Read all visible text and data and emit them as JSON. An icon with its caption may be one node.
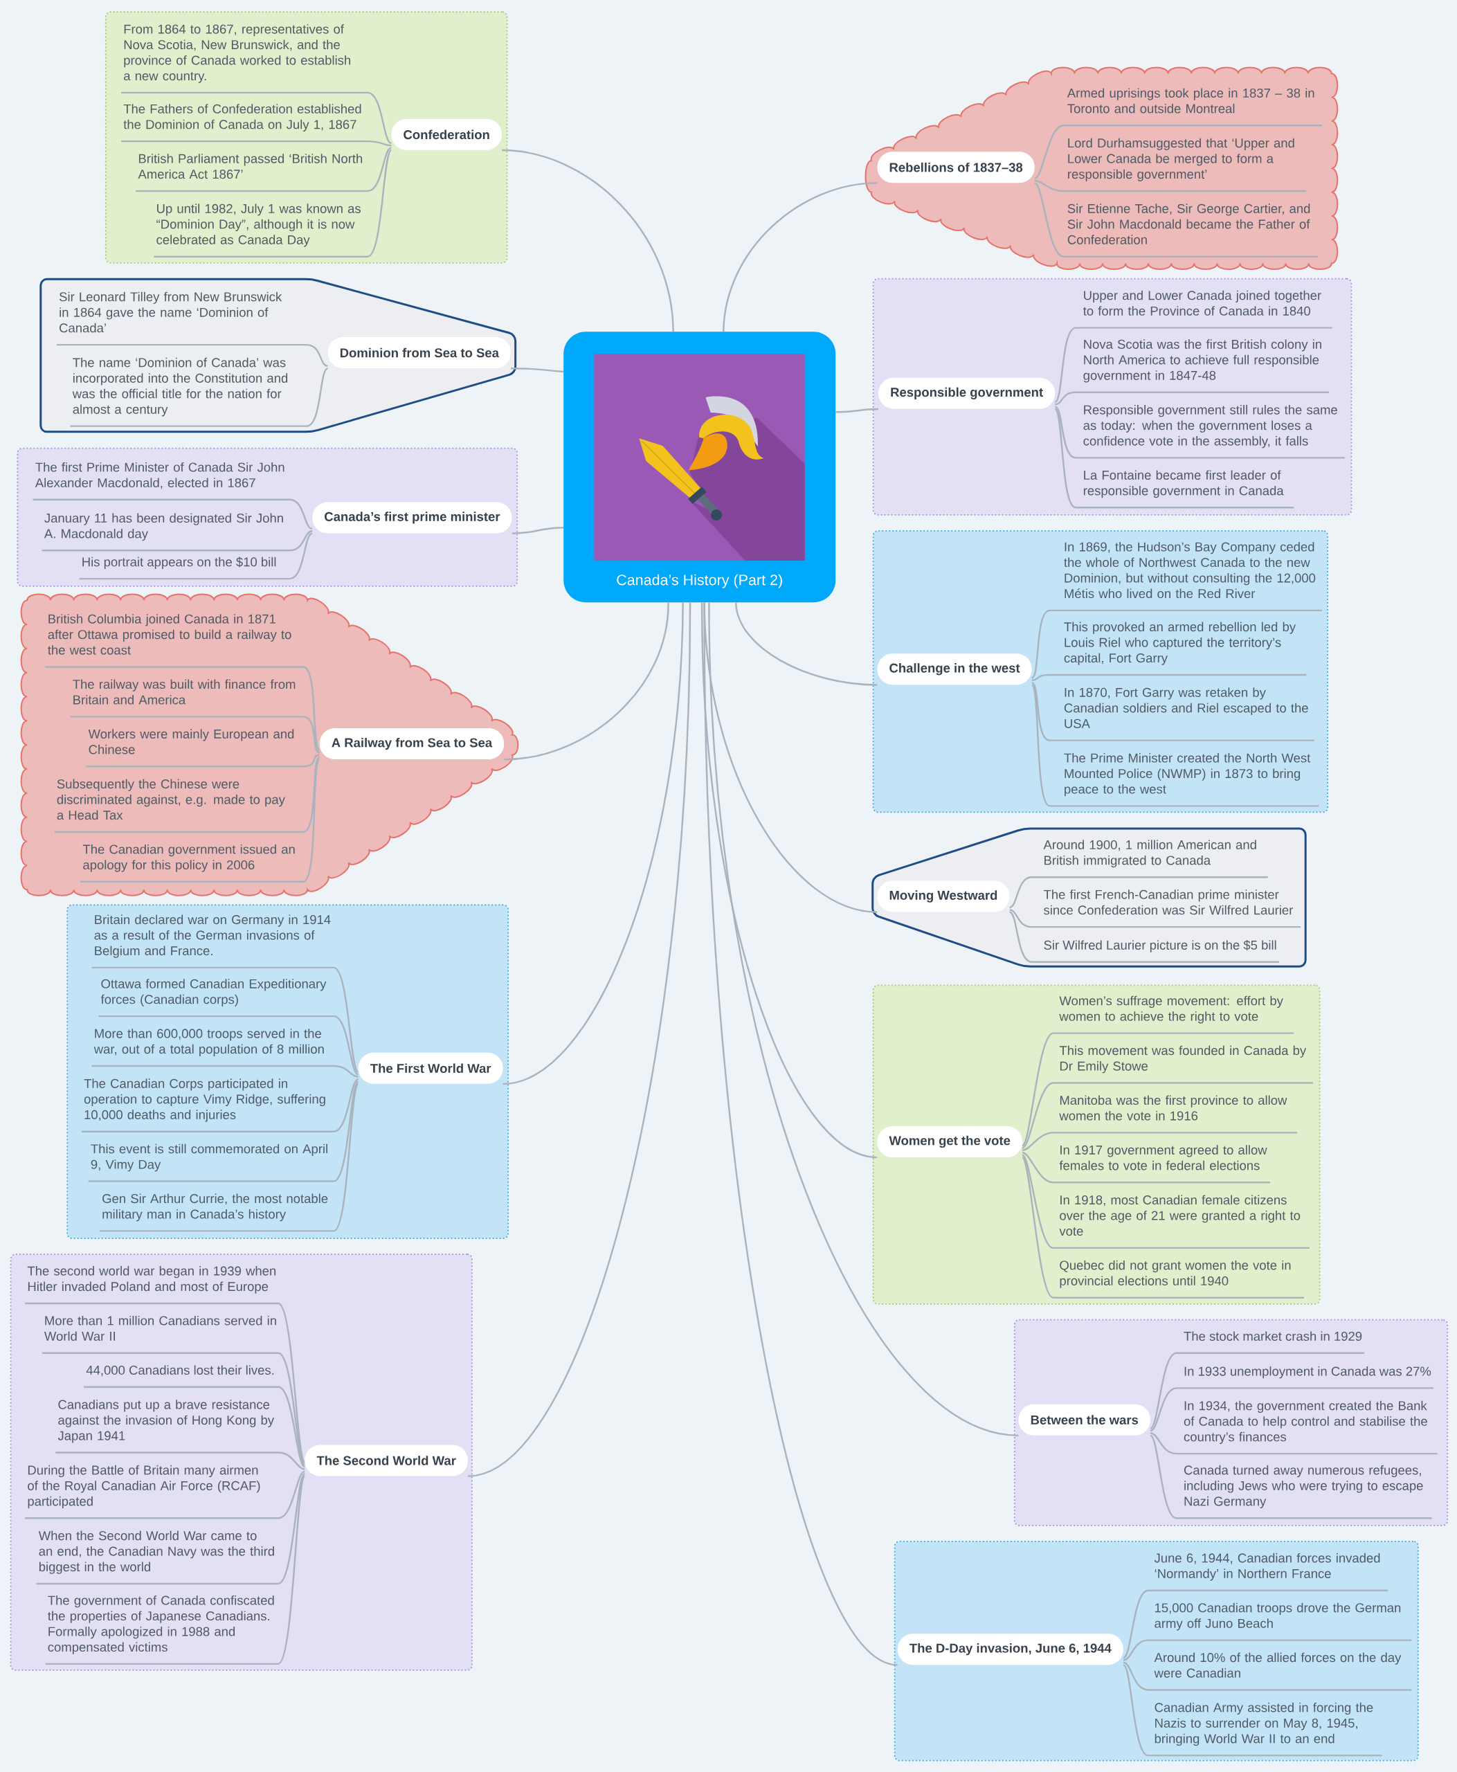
{
  "diagram": {
    "nodes": [
      {
        "text": [
          "Canada’s History (Part 2)"
        ]
      },
      {
        "text": [],
        "shape": "box"
      },
      {
        "text": [
          "Confederation"
        ],
        "in": 1
      },
      {
        "text": [
          "From 1864 to 1867, representatives of Nova Scotia, New Brunswick, and the province of Canada worked to establish a new country."
        ],
        "in": 1
      },
      {
        "text": [
          "The Fathers of Confederation established the Dominion of Canada on July 1, 1867"
        ],
        "in": 1
      },
      {
        "text": [
          "British Parliament passed ‘British North America Act 1867’"
        ],
        "in": 1
      },
      {
        "text": [
          "Up until 1982, July 1 was known as “Dominion Day”, although it is now celebrated as Canada Day"
        ],
        "in": 1
      },
      {
        "text": [],
        "shape": "pentagon"
      },
      {
        "text": [
          "Dominion from Sea to Sea"
        ],
        "in": 7
      },
      {
        "text": [
          "Sir Leonard Tilley from New Brunswick in 1864 gave the name ‘Dominion of Canada’"
        ],
        "in": 7
      },
      {
        "text": [
          "The name ‘Dominion of Canada’ was incorporated into the Constitution and was the official title for the nation for almost a century"
        ],
        "in": 7
      },
      {
        "text": [],
        "shape": "box"
      },
      {
        "text": [
          "Canada’s first prime minister"
        ],
        "in": 11
      },
      {
        "text": [
          "The first Prime Minister of Canada Sir John Alexander Macdonald, elected in 1867"
        ],
        "in": 11
      },
      {
        "text": [
          "January 11 has been designated Sir John A. Macdonald day"
        ],
        "in": 11
      },
      {
        "text": [
          "His portrait appears on the $10 bill"
        ],
        "in": 11
      },
      {
        "text": [],
        "shape": "cloud"
      },
      {
        "text": [
          "A Railway from Sea to Sea"
        ],
        "in": 16
      },
      {
        "text": [
          "British Columbia joined Canada in 1871 after Ottawa promised to build a railway to the west coast"
        ],
        "in": 16
      },
      {
        "text": [
          "The railway was built with finance from Britain and America"
        ],
        "in": 16
      },
      {
        "text": [
          "Workers were mainly European and Chinese"
        ],
        "in": 16
      },
      {
        "text": [
          "Subsequently the Chinese were discriminated against, e.g. made to pay a Head Tax"
        ],
        "in": 16
      },
      {
        "text": [
          "The Canadian government issued an apology for this policy in 2006"
        ],
        "in": 16
      },
      {
        "text": [],
        "shape": "box"
      },
      {
        "text": [
          "The First World War"
        ],
        "in": 23
      },
      {
        "text": [
          "Britain declared war on Germany in 1914 as a result of the German invasions of Belgium and France."
        ],
        "in": 23
      },
      {
        "text": [
          "Ottawa formed Canadian Expeditionary forces (Canadian corps)"
        ],
        "in": 23
      },
      {
        "text": [
          "More than 600,000 troops served in the war, out of a total population of 8 million"
        ],
        "in": 23
      },
      {
        "text": [
          "The Canadian Corps participated in operation to capture Vimy Ridge, suffering 10,000 deaths and injuries"
        ],
        "in": 23
      },
      {
        "text": [
          "This event is still commemorated on April 9, Vimy Day"
        ],
        "in": 23
      },
      {
        "text": [
          "Gen Sir Arthur Currie, the most notable military man in Canada’s history"
        ],
        "in": 23
      },
      {
        "text": [],
        "shape": "box"
      },
      {
        "text": [
          "The Second World War"
        ],
        "in": 31
      },
      {
        "text": [
          "The second world war began in 1939 when Hitler invaded Poland and most of Europe"
        ],
        "in": 31
      },
      {
        "text": [
          "More than 1 million Canadians served in World War II"
        ],
        "in": 31
      },
      {
        "text": [
          "44,000 Canadians lost their lives."
        ],
        "in": 31
      },
      {
        "text": [
          "Canadians put up a brave resistance against the invasion of Hong Kong by Japan 1941"
        ],
        "in": 31
      },
      {
        "text": [
          "During the Battle of Britain many airmen of the Royal Canadian Air Force (RCAF) participated"
        ],
        "in": 31
      },
      {
        "text": [
          "When the Second World War came to an end, the Canadian Navy was the third biggest in the world"
        ],
        "in": 31
      },
      {
        "text": [
          "The government of Canada confiscated the properties of Japanese Canadians. Formally apologized in 1988 and compensated victims"
        ],
        "in": 31
      },
      {
        "text": [],
        "shape": "cloud"
      },
      {
        "text": [
          "Rebellions of 1837–38"
        ],
        "in": 40
      },
      {
        "text": [
          "Armed uprisings took place in 1837 – 38 in Toronto and outside Montreal"
        ],
        "in": 40
      },
      {
        "text": [
          "Lord Durhamsuggested that ‘Upper and Lower Canada be merged to form a responsible government’"
        ],
        "in": 40
      },
      {
        "text": [
          "Sir Etienne Tache, Sir George Cartier, and Sir John Macdonald became the Father of Confederation"
        ],
        "in": 40
      },
      {
        "text": [],
        "shape": "box"
      },
      {
        "text": [
          "Responsible government"
        ],
        "in": 45
      },
      {
        "text": [
          "Upper and Lower Canada joined together to form the Province of Canada in 1840"
        ],
        "in": 45
      },
      {
        "text": [
          "Nova Scotia was the first British colony in North America to achieve full responsible government in 1847-48"
        ],
        "in": 45
      },
      {
        "text": [
          "Responsible government still rules the same as today: when the government loses a confidence vote in the assembly, it falls"
        ],
        "in": 45
      },
      {
        "text": [
          "La Fontaine became first leader of responsible government in Canada"
        ],
        "in": 45
      },
      {
        "text": [],
        "shape": "box"
      },
      {
        "text": [
          "Challenge in the west"
        ],
        "in": 51
      },
      {
        "text": [
          "In 1869, the Hudson’s Bay Company ceded the whole of Northwest Canada to the new Dominion, but without consulting the 12,000 Métis who lived on the Red River"
        ],
        "in": 51
      },
      {
        "text": [
          "This provoked an armed rebellion led by Louis Riel who captured the territory’s capital, Fort Garry"
        ],
        "in": 51
      },
      {
        "text": [
          "In 1870, Fort Garry was retaken by Canadian soldiers and Riel escaped to the USA"
        ],
        "in": 51
      },
      {
        "text": [
          "The Prime Minister created the North West Mounted Police (NWMP) in 1873 to bring peace to the west"
        ],
        "in": 51
      },
      {
        "text": [],
        "shape": "pentagon"
      },
      {
        "text": [
          "Moving Westward"
        ],
        "in": 57
      },
      {
        "text": [
          "Around 1900, 1 million American and British immigrated to Canada"
        ],
        "in": 57
      },
      {
        "text": [
          "The first French-Canadian prime minister since Confederation was Sir Wilfred Laurier"
        ],
        "in": 57
      },
      {
        "text": [
          "Sir Wilfred Laurier picture is on the $5 bill"
        ],
        "in": 57
      },
      {
        "text": [],
        "shape": "box"
      },
      {
        "text": [
          "Women get the vote"
        ],
        "in": 62
      },
      {
        "text": [
          "Women’s suffrage movement: effort by women to achieve the right to vote"
        ],
        "in": 62
      },
      {
        "text": [
          "This movement was founded in Canada by Dr Emily Stowe"
        ],
        "in": 62
      },
      {
        "text": [
          "Manitoba was the first province to allow women the vote in 1916"
        ],
        "in": 62
      },
      {
        "text": [
          "In 1917 government agreed to allow females to vote in federal elections"
        ],
        "in": 62
      },
      {
        "text": [
          "In 1918, most Canadian female citizens over the age of 21 were granted a right to vote"
        ],
        "in": 62
      },
      {
        "text": [
          "Quebec did not grant women the vote in provincial elections until 1940"
        ],
        "in": 62
      },
      {
        "text": [],
        "shape": "box"
      },
      {
        "text": [
          "Between the wars"
        ],
        "in": 70
      },
      {
        "text": [
          "The stock market crash in 1929"
        ],
        "in": 70
      },
      {
        "text": [
          "In 1933 unemployment in Canada was 27%"
        ],
        "in": 70
      },
      {
        "text": [
          "In 1934, the government created the Bank of Canada to help control and stabilise the country’s finances"
        ],
        "in": 70
      },
      {
        "text": [
          "Canada turned away numerous refugees, including Jews who were trying to escape Nazi Germany"
        ],
        "in": 70
      },
      {
        "text": [],
        "shape": "box"
      },
      {
        "text": [
          "The D-Day invasion, June 6, 1944"
        ],
        "in": 76
      },
      {
        "text": [
          "June 6, 1944, Canadian forces invaded ‘Normandy’ in Northern France"
        ],
        "in": 76
      },
      {
        "text": [
          "15,000 Canadian troops drove the German army off Juno Beach"
        ],
        "in": 76
      },
      {
        "text": [
          "Around 10% of the allied forces on the day were Canadian"
        ],
        "in": 76
      },
      {
        "text": [
          "Canadian Army assisted in forcing the Nazis to surrender on May 8, 1945, bringing World War II to an end"
        ],
        "in": 76
      }
    ],
    "edges": [
      {
        "from": 0,
        "to": 2,
        "arrow": "none"
      },
      {
        "from": 2,
        "to": 3,
        "arrow": "none"
      },
      {
        "from": 2,
        "to": 4,
        "arrow": "none"
      },
      {
        "from": 2,
        "to": 5,
        "arrow": "none"
      },
      {
        "from": 2,
        "to": 6,
        "arrow": "none"
      },
      {
        "from": 0,
        "to": 8,
        "arrow": "none"
      },
      {
        "from": 8,
        "to": 9,
        "arrow": "none"
      },
      {
        "from": 8,
        "to": 10,
        "arrow": "none"
      },
      {
        "from": 0,
        "to": 12,
        "arrow": "none"
      },
      {
        "from": 12,
        "to": 13,
        "arrow": "none"
      },
      {
        "from": 12,
        "to": 14,
        "arrow": "none"
      },
      {
        "from": 12,
        "to": 15,
        "arrow": "none"
      },
      {
        "from": 0,
        "to": 17,
        "arrow": "none"
      },
      {
        "from": 17,
        "to": 18,
        "arrow": "none"
      },
      {
        "from": 17,
        "to": 19,
        "arrow": "none"
      },
      {
        "from": 17,
        "to": 20,
        "arrow": "none"
      },
      {
        "from": 17,
        "to": 21,
        "arrow": "none"
      },
      {
        "from": 17,
        "to": 22,
        "arrow": "none"
      },
      {
        "from": 0,
        "to": 24,
        "arrow": "none"
      },
      {
        "from": 24,
        "to": 25,
        "arrow": "none"
      },
      {
        "from": 24,
        "to": 26,
        "arrow": "none"
      },
      {
        "from": 24,
        "to": 27,
        "arrow": "none"
      },
      {
        "from": 24,
        "to": 28,
        "arrow": "none"
      },
      {
        "from": 24,
        "to": 29,
        "arrow": "none"
      },
      {
        "from": 24,
        "to": 30,
        "arrow": "none"
      },
      {
        "from": 0,
        "to": 32,
        "arrow": "none"
      },
      {
        "from": 32,
        "to": 33,
        "arrow": "none"
      },
      {
        "from": 32,
        "to": 34,
        "arrow": "none"
      },
      {
        "from": 32,
        "to": 35,
        "arrow": "none"
      },
      {
        "from": 32,
        "to": 36,
        "arrow": "none"
      },
      {
        "from": 32,
        "to": 37,
        "arrow": "none"
      },
      {
        "from": 32,
        "to": 38,
        "arrow": "none"
      },
      {
        "from": 32,
        "to": 39,
        "arrow": "none"
      },
      {
        "from": 0,
        "to": 41,
        "arrow": "none"
      },
      {
        "from": 41,
        "to": 42,
        "arrow": "none"
      },
      {
        "from": 41,
        "to": 43,
        "arrow": "none"
      },
      {
        "from": 41,
        "to": 44,
        "arrow": "none"
      },
      {
        "from": 0,
        "to": 46,
        "arrow": "none"
      },
      {
        "from": 46,
        "to": 47,
        "arrow": "none"
      },
      {
        "from": 46,
        "to": 48,
        "arrow": "none"
      },
      {
        "from": 46,
        "to": 49,
        "arrow": "none"
      },
      {
        "from": 46,
        "to": 50,
        "arrow": "none"
      },
      {
        "from": 0,
        "to": 52,
        "arrow": "none"
      },
      {
        "from": 52,
        "to": 53,
        "arrow": "none"
      },
      {
        "from": 52,
        "to": 54,
        "arrow": "none"
      },
      {
        "from": 52,
        "to": 55,
        "arrow": "none"
      },
      {
        "from": 52,
        "to": 56,
        "arrow": "none"
      },
      {
        "from": 0,
        "to": 58,
        "arrow": "none"
      },
      {
        "from": 58,
        "to": 59,
        "arrow": "none"
      },
      {
        "from": 58,
        "to": 60,
        "arrow": "none"
      },
      {
        "from": 58,
        "to": 61,
        "arrow": "none"
      },
      {
        "from": 0,
        "to": 63,
        "arrow": "none"
      },
      {
        "from": 63,
        "to": 64,
        "arrow": "none"
      },
      {
        "from": 63,
        "to": 65,
        "arrow": "none"
      },
      {
        "from": 63,
        "to": 66,
        "arrow": "none"
      },
      {
        "from": 63,
        "to": 67,
        "arrow": "none"
      },
      {
        "from": 63,
        "to": 68,
        "arrow": "none"
      },
      {
        "from": 63,
        "to": 69,
        "arrow": "none"
      },
      {
        "from": 0,
        "to": 71,
        "arrow": "none"
      },
      {
        "from": 71,
        "to": 72,
        "arrow": "none"
      },
      {
        "from": 71,
        "to": 73,
        "arrow": "none"
      },
      {
        "from": 71,
        "to": 74,
        "arrow": "none"
      },
      {
        "from": 71,
        "to": 75,
        "arrow": "none"
      },
      {
        "from": 0,
        "to": 77,
        "arrow": "none"
      },
      {
        "from": 77,
        "to": 78,
        "arrow": "none"
      },
      {
        "from": 77,
        "to": 79,
        "arrow": "none"
      },
      {
        "from": 77,
        "to": 80,
        "arrow": "none"
      },
      {
        "from": 77,
        "to": 81,
        "arrow": "none"
      }
    ]
  }
}
